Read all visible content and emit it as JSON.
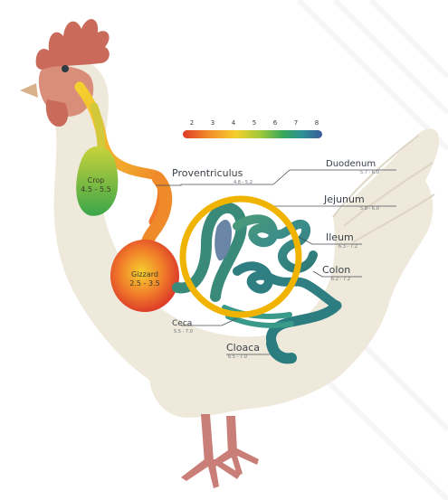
{
  "scale": {
    "ticks": [
      "2",
      "3",
      "4",
      "5",
      "6",
      "7",
      "8"
    ],
    "colors": [
      "#e03a2a",
      "#f08a2a",
      "#f6cf2e",
      "#9dc83a",
      "#37a85a",
      "#2c8f96",
      "#3a5a9a"
    ]
  },
  "labels": {
    "crop": {
      "name": "Crop",
      "range": "4.5 - 5.5"
    },
    "proventriculus": {
      "name": "Proventriculus",
      "range": "4.8 - 5.2"
    },
    "gizzard": {
      "name": "Gizzard",
      "range": "2.5 - 3.5"
    },
    "duodenum": {
      "name": "Duodenum",
      "range": "5.7 - 6.0"
    },
    "jejunum": {
      "name": "Jejunum",
      "range": "5.8 - 6.0"
    },
    "ileum": {
      "name": "Ileum",
      "range": "6.3 - 7.2"
    },
    "colon": {
      "name": "Colon",
      "range": "6.2 - 7.2"
    },
    "ceca": {
      "name": "Ceca",
      "range": "5.5 - 7.0"
    },
    "cloaca": {
      "name": "Cloaca",
      "range": "6.5 - 7.0"
    }
  },
  "highlight": {
    "color": "#f0b400"
  },
  "body_colors": {
    "silhouette": "#efe9dc",
    "comb": "#c96a5a",
    "legs": "#c97e78"
  }
}
